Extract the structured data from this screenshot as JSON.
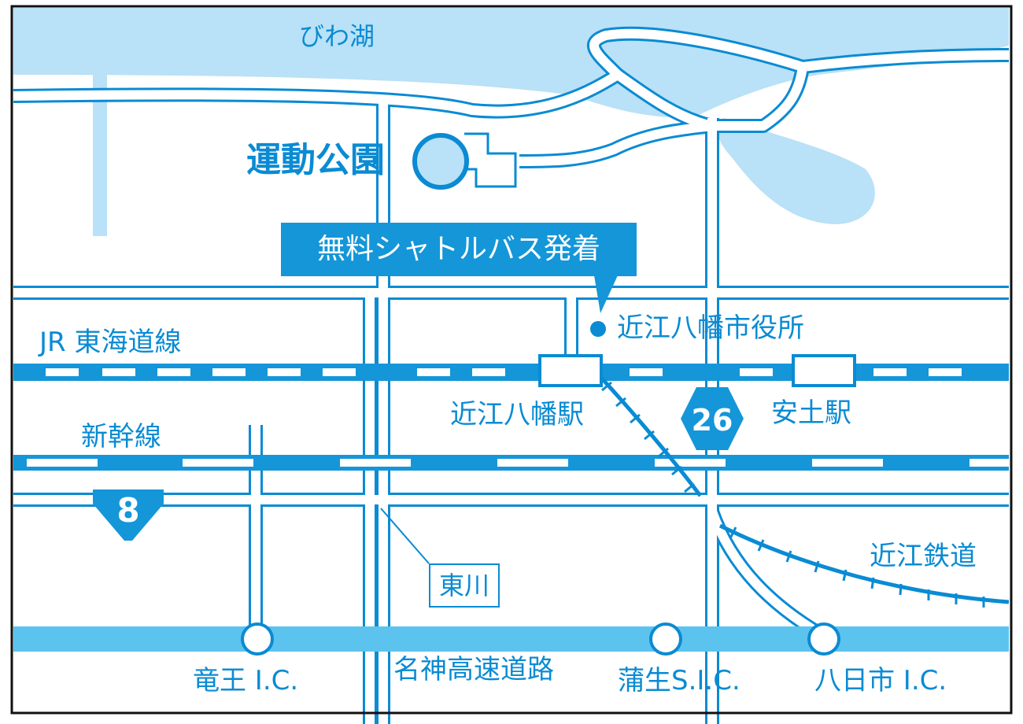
{
  "map": {
    "lake": "びわ湖",
    "park": "運動公園",
    "shuttle_callout": "無料シャトルバス発着",
    "city_hall": "近江八幡市役所",
    "jr_line": "JR 東海道線",
    "shinkansen": "新幹線",
    "omihachiman_station": "近江八幡駅",
    "azuchi_station": "安土駅",
    "route_26": "26",
    "route_8": "8",
    "river": "東川",
    "ohmi_railway": "近江鉄道",
    "meishin_expressway": "名神高速道路",
    "ryuo_ic": "竜王 I.C.",
    "gamo_sic": "蒲生S.I.C.",
    "yokaichi_ic": "八日市 I.C."
  },
  "colors": {
    "primary_blue": "#0a8bd3",
    "lake_blue": "#b9e1f7",
    "expressway_blue": "#5cc3ef",
    "callout_blue": "#1496d9"
  }
}
